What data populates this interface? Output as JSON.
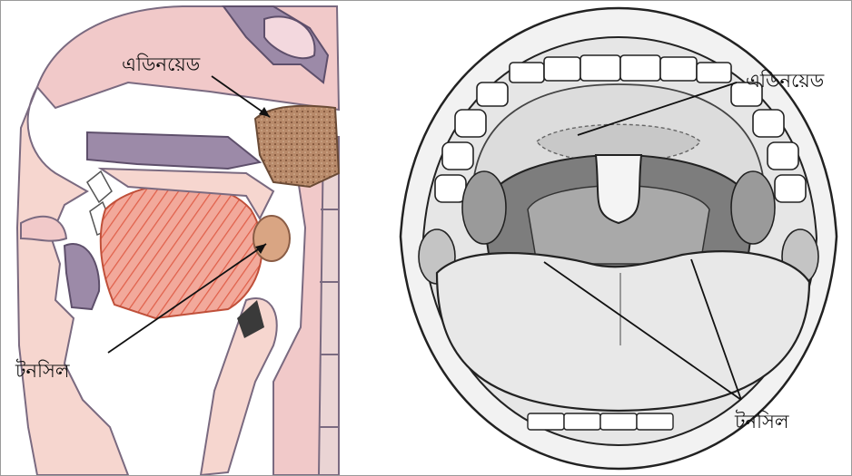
{
  "left_panel": {
    "label_adenoid": "এডিনয়েড",
    "label_tonsil": "টনসিল"
  },
  "right_panel": {
    "label_adenoid": "এডিনয়েড",
    "label_tonsil": "টনসিল"
  }
}
